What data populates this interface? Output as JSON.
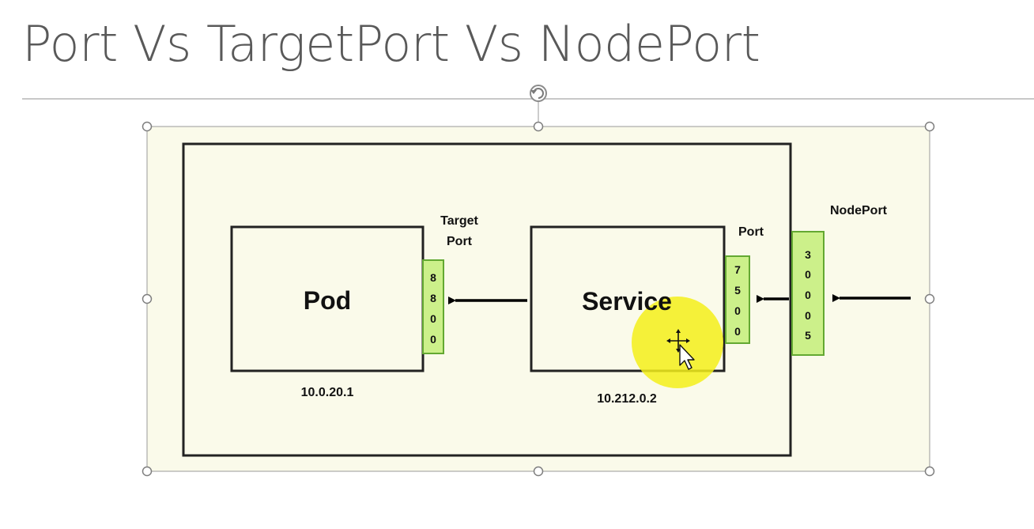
{
  "slide": {
    "title": "Port Vs TargetPort Vs NodePort"
  },
  "diagram": {
    "pod": {
      "label": "Pod",
      "ip": "10.0.20.1"
    },
    "service": {
      "label": "Service",
      "ip": "10.212.0.2"
    },
    "target_port": {
      "label_line1": "Target",
      "label_line2": "Port",
      "digits": [
        "8",
        "8",
        "0",
        "0"
      ]
    },
    "port": {
      "label": "Port",
      "digits": [
        "7",
        "5",
        "0",
        "0"
      ]
    },
    "node_port": {
      "label": "NodePort",
      "digits": [
        "3",
        "0",
        "0",
        "0",
        "5"
      ]
    }
  },
  "colors": {
    "slide_background": "#ffffff",
    "title_text": "#595959",
    "diagram_background": "#fafaea",
    "box_border": "#222222",
    "port_fill": "#ccf08a",
    "port_border": "#63a832",
    "cursor_highlight": "#f3ef1a",
    "selection_handles": "#7f7f7f"
  },
  "icons": {
    "rotate_handle": "rotate-icon",
    "move_cursor": "move-cursor-icon",
    "arrow_cursor": "arrow-cursor-icon"
  }
}
